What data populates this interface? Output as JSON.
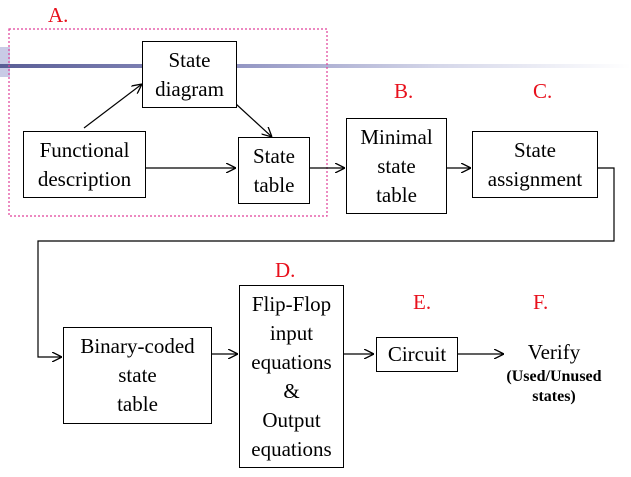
{
  "steps": {
    "a": {
      "marker": "A."
    },
    "b": {
      "marker": "B."
    },
    "c": {
      "marker": "C."
    },
    "d": {
      "marker": "D."
    },
    "e": {
      "marker": "E."
    },
    "f": {
      "marker": "F."
    }
  },
  "boxes": {
    "state_diagram": [
      "State",
      "diagram"
    ],
    "functional_description": [
      "Functional",
      "description"
    ],
    "state_table": [
      "State",
      "table"
    ],
    "minimal_state_table": [
      "Minimal",
      "state",
      "table"
    ],
    "state_assignment": [
      "State",
      "assignment"
    ],
    "binary_coded_state_table": [
      "Binary-coded",
      "state",
      "table"
    ],
    "ff_equations": [
      "Flip-Flop",
      "input",
      "equations",
      "&",
      "Output",
      "equations"
    ],
    "circuit": [
      "Circuit"
    ]
  },
  "verify": {
    "title": "Verify",
    "note_line1": "(Used/Unused",
    "note_line2": "states)"
  },
  "colors": {
    "marker": "#e8101c",
    "group_border": "#e0409a",
    "stripe_left": "#6b6fa8",
    "stripe_right": "#ffffff"
  }
}
